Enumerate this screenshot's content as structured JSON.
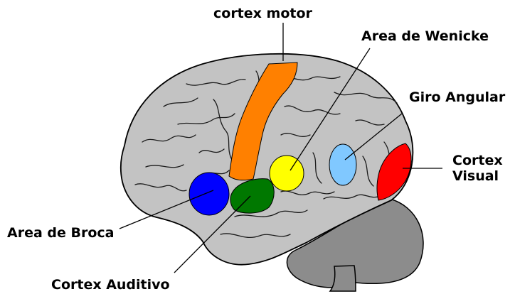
{
  "labels": {
    "motor": "cortex motor",
    "wernicke": "Area de Wenicke",
    "angular": "Giro Angular",
    "visual_line1": "Cortex",
    "visual_line2": "Visual",
    "broca": "Area de Broca",
    "auditory": "Cortex Auditivo"
  },
  "colors": {
    "brain": "#c3c3c3",
    "cerebellum": "#8c8c8c",
    "outline": "#000000",
    "motor": "#ff8000",
    "wernicke": "#ffff00",
    "angular": "#80c8ff",
    "visual": "#ff0000",
    "broca": "#0000ff",
    "auditory": "#007800"
  }
}
